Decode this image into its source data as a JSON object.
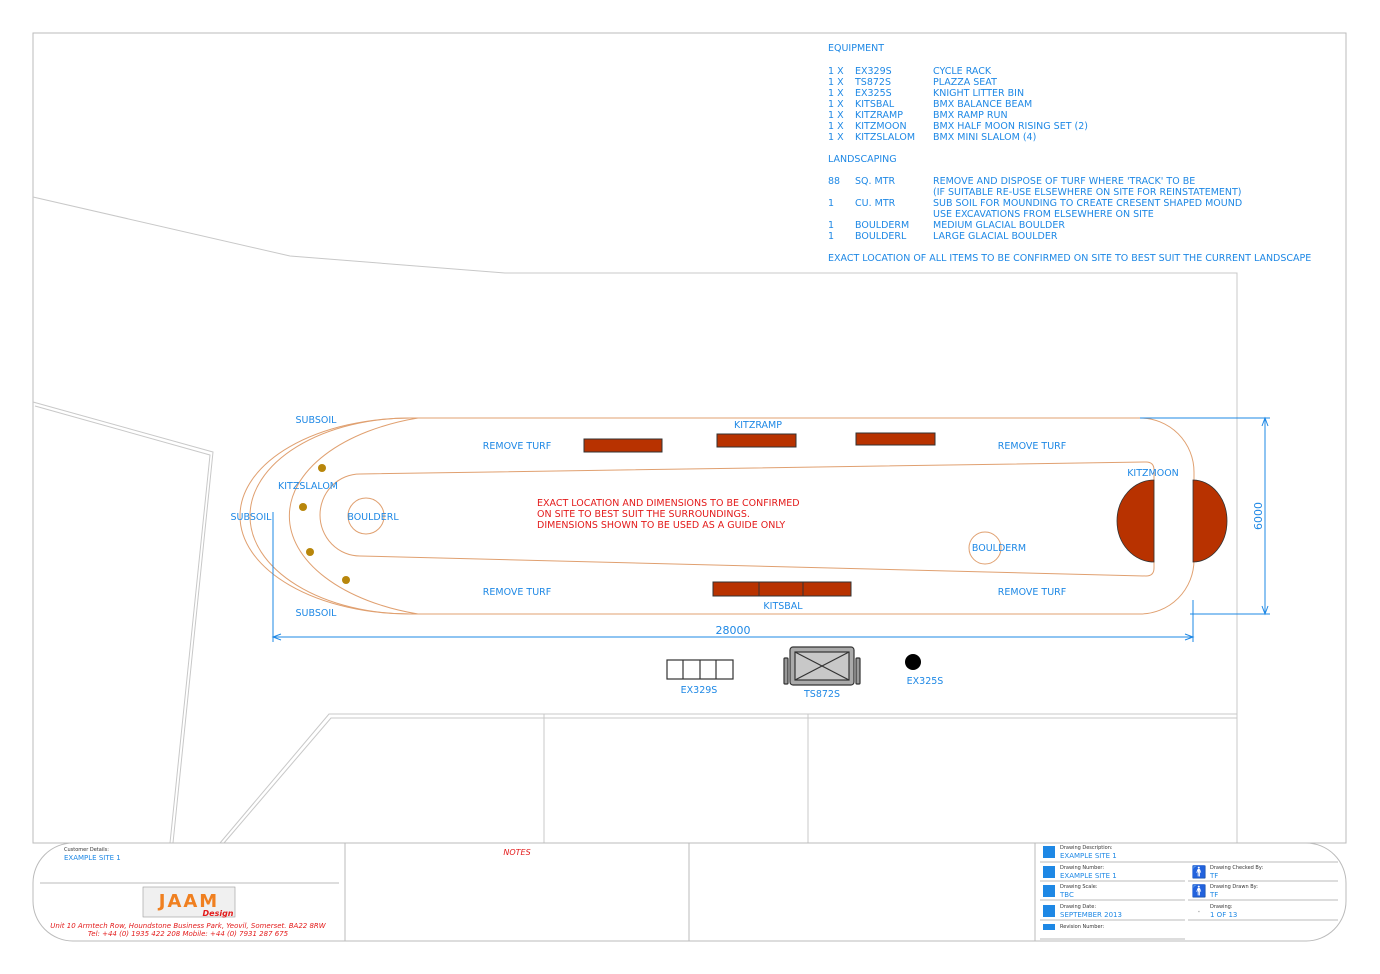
{
  "equipment": {
    "heading": "EQUIPMENT",
    "items": [
      {
        "qty": "1 X",
        "code": "EX329S",
        "desc": "CYCLE RACK"
      },
      {
        "qty": "1 X",
        "code": "TS872S",
        "desc": "PLAZZA SEAT"
      },
      {
        "qty": "1 X",
        "code": "EX325S",
        "desc": "KNIGHT LITTER BIN"
      },
      {
        "qty": "1 X",
        "code": "KITSBAL",
        "desc": "BMX BALANCE BEAM"
      },
      {
        "qty": "1 X",
        "code": "KITZRAMP",
        "desc": "BMX RAMP RUN"
      },
      {
        "qty": "1 X",
        "code": "KITZMOON",
        "desc": "BMX HALF MOON RISING SET (2)"
      },
      {
        "qty": "1 X",
        "code": "KITZSLALOM",
        "desc": "BMX MINI SLALOM (4)"
      }
    ]
  },
  "landscaping": {
    "heading": "LANDSCAPING",
    "items": [
      {
        "qty": "88",
        "unit": "SQ. MTR",
        "desc": "REMOVE AND DISPOSE OF TURF WHERE 'TRACK' TO BE",
        "desc2": "(IF SUITABLE RE-USE ELSEWHERE ON SITE FOR REINSTATEMENT)"
      },
      {
        "qty": "1",
        "unit": "CU. MTR",
        "desc": "SUB SOIL FOR MOUNDING TO CREATE CRESENT SHAPED MOUND",
        "desc2": "USE EXCAVATIONS FROM ELSEWHERE ON SITE"
      },
      {
        "qty": "1",
        "unit": "BOULDERM",
        "desc": "MEDIUM GLACIAL BOULDER",
        "desc2": ""
      },
      {
        "qty": "1",
        "unit": "BOULDERL",
        "desc": "LARGE GLACIAL BOULDER",
        "desc2": ""
      }
    ],
    "note": "EXACT LOCATION OF ALL ITEMS TO BE CONFIRMED ON SITE TO BEST SUIT THE CURRENT LANDSCAPE"
  },
  "plan": {
    "subsoil": "SUBSOIL",
    "kitzslalom": "KITZSLALOM",
    "boulderl": "BOULDERL",
    "boulderm": "BOULDERM",
    "kitzramp": "KITZRAMP",
    "kitzmoon": "KITZMOON",
    "kitsbal": "KITSBAL",
    "remove_turf": "REMOVE TURF",
    "warning": [
      "EXACT LOCATION AND DIMENSIONS TO BE CONFIRMED",
      "ON SITE TO BEST SUIT THE SURROUNDINGS.",
      "DIMENSIONS SHOWN TO BE USED AS A GUIDE ONLY"
    ],
    "dim_length": "28000",
    "dim_width": "6000",
    "ex329s": "EX329S",
    "ts872s": "TS872S",
    "ex325s": "EX325S"
  },
  "title_block": {
    "customer_label": "Customer Details:",
    "customer_value": "EXAMPLE SITE 1",
    "notes_label": "NOTES",
    "logo_text": "JAAM",
    "logo_sub": "Design",
    "address": "Unit 10 Armtech Row, Houndstone Business Park, Yeovil, Somerset. BA22 8RW",
    "phones": "Tel: +44 (0) 1935 422 208       Mobile: +44 (0) 7931 287 675",
    "fields": {
      "desc_label": "Drawing Description:",
      "desc_value": "EXAMPLE SITE 1",
      "number_label": "Drawing Number:",
      "number_value": "EXAMPLE SITE 1",
      "scale_label": "Drawing Scale:",
      "scale_value": "TBC",
      "date_label": "Drawing Date:",
      "date_value": "SEPTEMBER 2013",
      "revision_label": "Revision Number:",
      "checked_label": "Drawing Checked By:",
      "checked_value": "TF",
      "drawn_label": "Drawing Drawn By:",
      "drawn_value": "TF",
      "drawing_label": "Drawing:",
      "drawing_value": "1 OF 13"
    }
  },
  "colors": {
    "annotation": "#1e88e5",
    "warning": "#e31b1b",
    "ramp": "#b83200",
    "track": "#e0a070",
    "slalom": "#b8860b"
  }
}
